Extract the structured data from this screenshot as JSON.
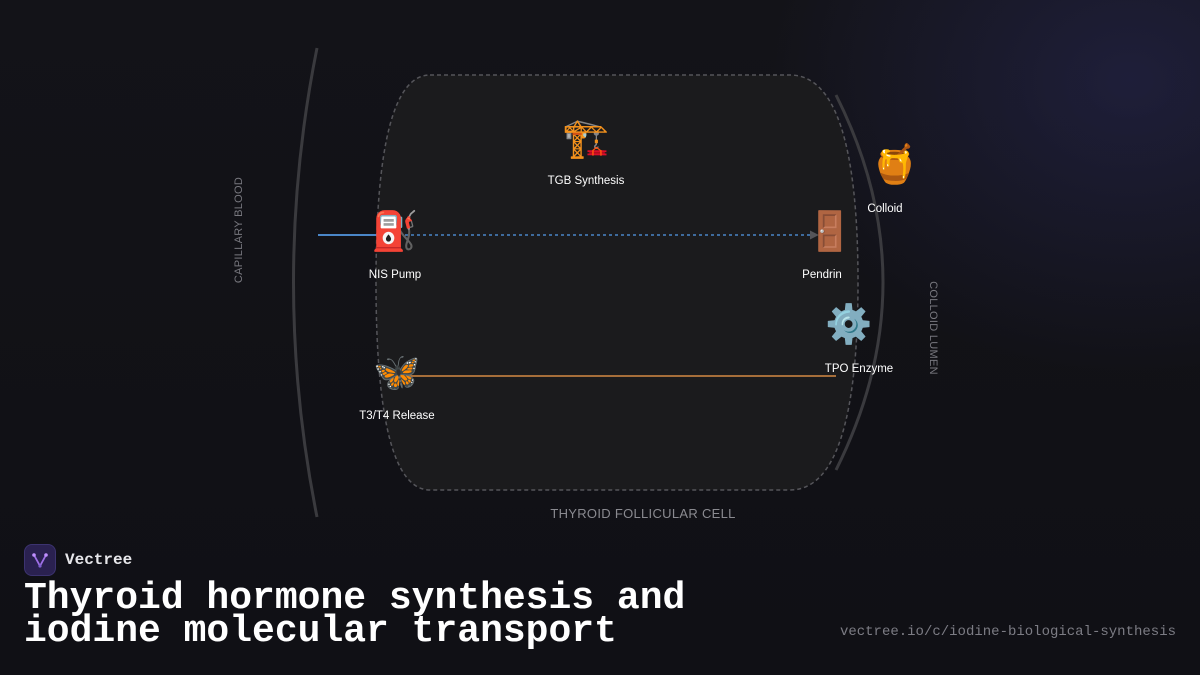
{
  "diagram": {
    "nodes": {
      "tgb": {
        "icon": "🏗️",
        "icon_name": "construction-crane-icon",
        "label": "TGB Synthesis"
      },
      "colloid": {
        "icon": "🍯",
        "icon_name": "honey-pot-icon",
        "label": "Colloid"
      },
      "nis": {
        "icon": "⛽",
        "icon_name": "fuel-pump-icon",
        "label": "NIS Pump"
      },
      "pendrin": {
        "icon": "🚪",
        "icon_name": "door-icon",
        "label": "Pendrin"
      },
      "tpo": {
        "icon": "⚙️",
        "icon_name": "gear-icon",
        "label": "TPO Enzyme"
      },
      "t3t4": {
        "icon": "🦋",
        "icon_name": "butterfly-icon",
        "label": "T3/T4 Release"
      }
    },
    "regions": {
      "left": "CAPILLARY BLOOD",
      "right": "COLLOID LUMEN",
      "cell": "THYROID FOLLICULAR CELL"
    },
    "colors": {
      "iodide_flow": "#4a86c8",
      "hormone_flow": "#d48a45",
      "cell_fill": "#1b1b1d",
      "cell_border": "#55555a",
      "membrane": "#3a3a3e"
    }
  },
  "footer": {
    "brand": "Vectree",
    "title": "Thyroid hormone synthesis and iodine molecular transport",
    "url": "vectree.io/c/iodine-biological-synthesis"
  }
}
